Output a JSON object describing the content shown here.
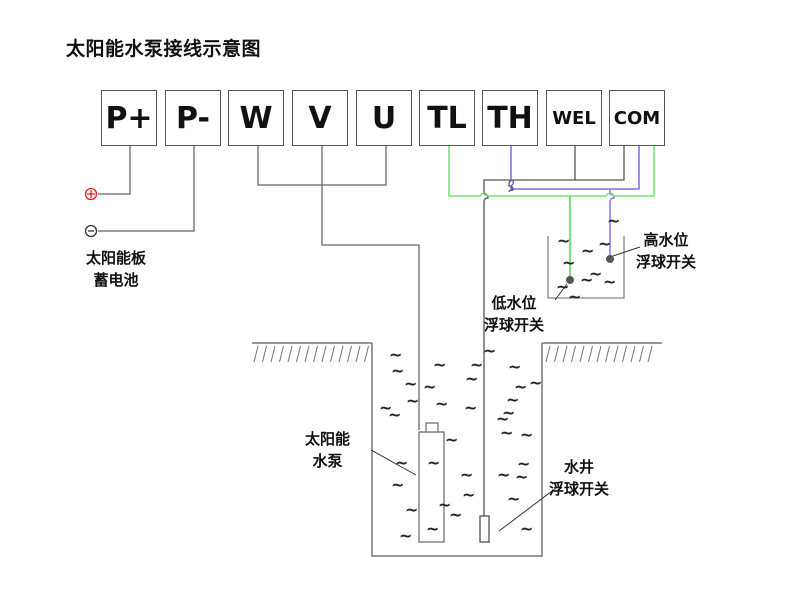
{
  "title": "太阳能水泵接线示意图",
  "terminals": [
    {
      "id": "P+",
      "label": "P+"
    },
    {
      "id": "P-",
      "label": "P-"
    },
    {
      "id": "W",
      "label": "W"
    },
    {
      "id": "V",
      "label": "V"
    },
    {
      "id": "U",
      "label": "U"
    },
    {
      "id": "TL",
      "label": "TL"
    },
    {
      "id": "TH",
      "label": "TH"
    },
    {
      "id": "WEL",
      "label": "WEL"
    },
    {
      "id": "COM",
      "label": "COM"
    }
  ],
  "power_source": {
    "plus_symbol": "⊕",
    "minus_symbol": "⊖",
    "line1": "太阳能板",
    "line2": "蓄电池"
  },
  "tank": {
    "high_switch_line1": "高水位",
    "high_switch_line2": "浮球开关",
    "low_switch_line1": "低水位",
    "low_switch_line2": "浮球开关"
  },
  "well": {
    "pump_line1": "太阳能",
    "pump_line2": "水泵",
    "float_line1": "水井",
    "float_line2": "浮球开关"
  },
  "colors": {
    "wire_gray": "#666666",
    "wire_green": "#55e055",
    "wire_purple": "#6a4fe0",
    "plus_red": "#e02020",
    "wall_gray": "#777777"
  },
  "wave_glyph": "~"
}
